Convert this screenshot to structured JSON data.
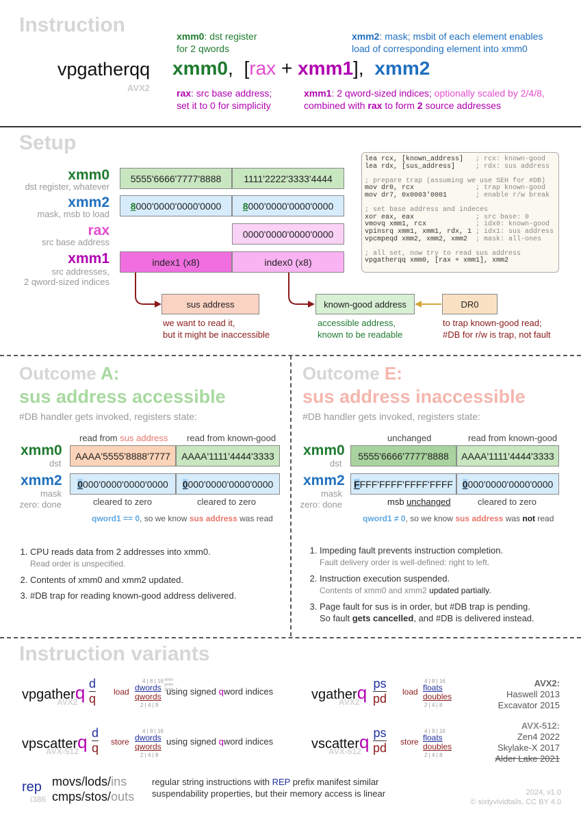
{
  "header": {
    "section_title": "Instruction",
    "mnemonic": "vpgatherqq",
    "isa": "AVX2",
    "op_xmm0": "xmm0",
    "comma1": ",",
    "bracket_open": "[",
    "op_rax": "rax",
    "plus": "+",
    "op_xmm1": "xmm1",
    "bracket_close": "]",
    "comma2": ",",
    "op_xmm2": "xmm2",
    "ann_xmm0_name": "xmm0",
    "ann_xmm0_rest": ": dst register",
    "ann_xmm0_line2": "for 2 qwords",
    "ann_xmm2_name": "xmm2",
    "ann_xmm2_rest": ": mask; msbit of each element enables",
    "ann_xmm2_line2": "load of corresponding element into xmm0",
    "ann_rax_name": "rax",
    "ann_rax_rest": ": src base address;",
    "ann_rax_line2": "set it to 0 for simplicity",
    "ann_xmm1_name": "xmm1",
    "ann_xmm1_rest": ": 2 qword-sized indices;",
    "ann_xmm1_opt": "optionally scaled by 2/4/8,",
    "ann_xmm1_line2a": "combined with",
    "ann_xmm1_line2b": "rax",
    "ann_xmm1_line2c": "to form",
    "ann_xmm1_line2d": "2",
    "ann_xmm1_line2e": "source addresses"
  },
  "setup": {
    "section_title": "Setup",
    "rows": [
      {
        "name": "xmm0",
        "desc": "dst register, whatever"
      },
      {
        "name": "xmm2",
        "desc": "mask, msb to load"
      },
      {
        "name": "rax",
        "desc": "src base address"
      },
      {
        "name": "xmm1",
        "desc": "src addresses,",
        "desc2": "2 qword-sized indices"
      }
    ],
    "xmm0_hi": "5555'6666'7777'8888",
    "xmm0_lo": "1111'2222'3333'4444",
    "xmm2_hi_first": "8",
    "xmm2_hi_rest": "000'0000'0000'0000",
    "xmm2_lo_first": "8",
    "xmm2_lo_rest": "000'0000'0000'0000",
    "rax_val": "0000'0000'0000'0000",
    "xmm1_hi": "index1 (x8)",
    "xmm1_lo": "index0 (x8)",
    "sus_box": "sus address",
    "sus_note1": "we want to read it,",
    "sus_note2": "but it might be inaccessible",
    "good_box": "known-good address",
    "good_note1": "accessible address,",
    "good_note2": "known to be readable",
    "dr0_box": "DR0",
    "dr0_note1": "to trap known-good read;",
    "dr0_note2": "#DB for r/w is trap, not fault",
    "code_lines": [
      {
        "c": "lea rcx, [known_address]   ",
        "k": "; rcx: known-good"
      },
      {
        "c": "lea rdx, [sus_address]     ",
        "k": "; rdx: sus address"
      },
      {
        "c": "",
        "k": ""
      },
      {
        "c": "",
        "k": "; prepare trap (assuming we use SEH for #DB)"
      },
      {
        "c": "mov dr0, rcx               ",
        "k": "; trap known-good"
      },
      {
        "c": "mov dr7, 0x0003'0001       ",
        "k": "; enable r/w break"
      },
      {
        "c": "",
        "k": ""
      },
      {
        "c": "",
        "k": "; set base address and indeces"
      },
      {
        "c": "xor eax, eax               ",
        "k": "; src base: 0"
      },
      {
        "c": "vmovq xmm1, rcx            ",
        "k": "; idx0: known-good"
      },
      {
        "c": "vpinsrq xmm1, xmm1, rdx, 1 ",
        "k": "; idx1: sus address"
      },
      {
        "c": "vpcmpeqd xmm2, xmm2, xmm2  ",
        "k": "; mask: all-ones"
      },
      {
        "c": "",
        "k": ""
      },
      {
        "c": "",
        "k": "; all set, now try to read sus address"
      },
      {
        "c": "vpgatherqq xmm0, [rax + xmm1], xmm2",
        "k": ""
      }
    ]
  },
  "outcome_a": {
    "title_prefix": "Outcome ",
    "title_letter": "A:",
    "subtitle": "sus address accessible",
    "handler": "#DB handler gets invoked, registers state:",
    "hdr_hi_pre": "read from ",
    "hdr_hi_em": "sus address",
    "hdr_lo": "read from known-good",
    "xmm0_label": "xmm0",
    "xmm0_sub": "dst",
    "xmm0_hi": "AAAA'5555'8888'7777",
    "xmm0_lo": "AAAA'1111'4444'3333",
    "xmm2_label": "xmm2",
    "xmm2_sub1": "mask",
    "xmm2_sub2": "zero: done",
    "xmm2_hi_first": "0",
    "xmm2_hi_rest": "000'0000'0000'0000",
    "xmm2_lo_first": "0",
    "xmm2_lo_rest": "000'0000'0000'0000",
    "foot_hi": "cleared to zero",
    "foot_lo": "cleared to zero",
    "concl_q": "qword1 == 0",
    "concl_mid": ", so we know ",
    "concl_sus": "sus address",
    "concl_end": " was read",
    "steps": [
      {
        "t": "CPU reads data from 2 addresses into xmm0.",
        "n": "Read order is unspecified."
      },
      {
        "t": "Contents of xmm0 and xmm2 updated.",
        "n": ""
      },
      {
        "t": "#DB trap for reading known-good address delivered.",
        "n": ""
      }
    ]
  },
  "outcome_e": {
    "title_prefix": "Outcome ",
    "title_letter": "E:",
    "subtitle": "sus address inaccessible",
    "handler": "#DB handler gets invoked, registers state:",
    "hdr_hi": "unchanged",
    "hdr_lo": "read from known-good",
    "xmm0_label": "xmm0",
    "xmm0_sub": "dst",
    "xmm0_hi": "5555'6666'7777'8888",
    "xmm0_lo": "AAAA'1111'4444'3333",
    "xmm2_label": "xmm2",
    "xmm2_sub1": "mask",
    "xmm2_sub2": "zero: done",
    "xmm2_hi_first": "F",
    "xmm2_hi_rest": "FFF'FFFF'FFFF'FFFF",
    "xmm2_lo_first": "0",
    "xmm2_lo_rest": "000'0000'0000'0000",
    "foot_hi_pre": "msb ",
    "foot_hi_u": "unchanged",
    "foot_lo": "cleared to zero",
    "concl_q": "qword1 ≠ 0",
    "concl_mid": ", so we know ",
    "concl_sus": "sus address",
    "concl_was": " was ",
    "concl_not": "not",
    "concl_end": " read",
    "step1": "Impeding fault prevents instruction completion.",
    "step1_n": "Fault delivery order is well-defined: right to left.",
    "step2": "Instruction execution suspended.",
    "step2_n": "Contents of xmm0 and xmm2",
    "step2_n2": " updated partially.",
    "step3a": "Page fault for sus is in order, but #DB trap is pending.",
    "step3b_pre": "So fault ",
    "step3b_b": "gets cancelled",
    "step3b_post": ", and #DB is delivered instead."
  },
  "variants": {
    "section_title": "Instruction variants",
    "r1_name": "vpgather",
    "r1_q": "q",
    "r1_top": "d",
    "r1_bot": "q",
    "r1_isa": "AVX2",
    "r1_verb": "load",
    "r1_w1": "dwords",
    "r1_w2": "qwords",
    "r1_sz_top": "4 | 8 | 16",
    "r1_sz_bot": "2 | 4 | 8",
    "r1_tail_pre": "using signed ",
    "r1_tail_q": "q",
    "r1_tail_post": "word indices",
    "r2_name": "vpscatter",
    "r2_q": "q",
    "r2_top": "d",
    "r2_bot": "q",
    "r2_isa": "AVX-512",
    "r2_verb": "store",
    "r2_w1": "dwords",
    "r2_w2": "qwords",
    "r2_sz_top": "4 | 8 | 16",
    "r2_sz_bot": "2 | 4 | 8",
    "r2_tail_pre": "using signed ",
    "r2_tail_q": "q",
    "r2_tail_post": "word indices",
    "r3_name": "vgather",
    "r3_q": "q",
    "r3_top": "ps",
    "r3_bot": "pd",
    "r3_isa": "AVX2",
    "r3_verb": "load",
    "r3_w1": "floats",
    "r3_w2": "doubles",
    "r3_sz_top": "4 | 8 | 16",
    "r3_sz_bot": "2 | 4 | 8",
    "r4_name": "vscatter",
    "r4_q": "q",
    "r4_top": "ps",
    "r4_bot": "pd",
    "r4_isa": "AVX-512",
    "r4_verb": "store",
    "r4_w1": "floats",
    "r4_w2": "doubles",
    "r4_sz_top": "4 | 8 | 16",
    "r4_sz_bot": "2 | 4 | 8",
    "reg_names": [
      "xmm",
      "ymm",
      "zmm"
    ],
    "avx2_title": "AVX2:",
    "avx2_l1": "Haswell 2013",
    "avx2_l2": "Excavator 2015",
    "avx512_title": "AVX-512:",
    "avx512_l1": "Zen4 2022",
    "avx512_l2": "Skylake-X 2017",
    "avx512_l3": "Alder Lake 2021",
    "rep": "rep",
    "rep_isa": "i386",
    "rep_l1a": "movs",
    "rep_l1b": "/",
    "rep_l1c": "lods",
    "rep_l1d": "/",
    "rep_l1e": "ins",
    "rep_l2a": "cmps",
    "rep_l2b": "/",
    "rep_l2c": "stos",
    "rep_l2d": "/",
    "rep_l2e": "outs",
    "rep_desc1a": "regular string instructions with ",
    "rep_desc1b": "REP",
    "rep_desc1c": " prefix manifest similar",
    "rep_desc2": "suspendability properties, but their memory access is linear",
    "footer1": "2024, v1.0",
    "footer2": "© sixtyvividtails, CC BY 4.0"
  },
  "colors": {
    "green": "#1e7a2e",
    "blue": "#1f6fbf",
    "pink": "#e24ccf",
    "magenta": "#b000b0",
    "xmm0_fill": "#c8e6c0",
    "xmm2_fill": "#d6ecfb",
    "rax_fill": "#f9d2f6",
    "xmm1_hi_fill": "#f06ee0",
    "xmm1_lo_fill": "#f9b3f3",
    "sus_fill": "#fbd3c3",
    "good_fill": "#d7efd3",
    "dr0_fill": "#fbe1c3",
    "orange_fill": "#fbd3b8"
  }
}
